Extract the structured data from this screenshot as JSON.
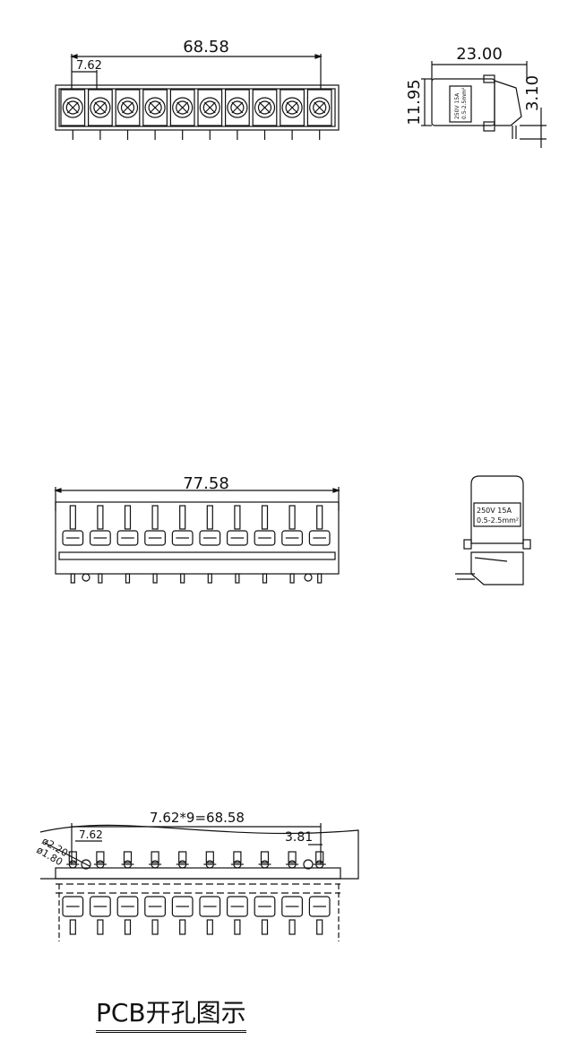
{
  "top_view": {
    "overall_dim": "68.58",
    "pitch_dim": "7.62",
    "positions": 10
  },
  "side_view": {
    "width_dim": "23.00",
    "height_dim": "11.95",
    "offset_dim": "3.10",
    "label_line1": "250V 15A",
    "label_line2": "0.5-2.5mm²"
  },
  "front_view": {
    "overall_dim": "77.58",
    "positions": 10
  },
  "end_view": {
    "label_line1": "250V  15A",
    "label_line2": "0.5-2.5mm²"
  },
  "pcb_view": {
    "total_dim": "7.62*9=68.58",
    "pitch_dim": "7.62",
    "offset_dim": "3.81",
    "hole_large": "ø2.20",
    "hole_small": "ø1.80",
    "positions": 10
  },
  "caption": "PCB开孔图示"
}
